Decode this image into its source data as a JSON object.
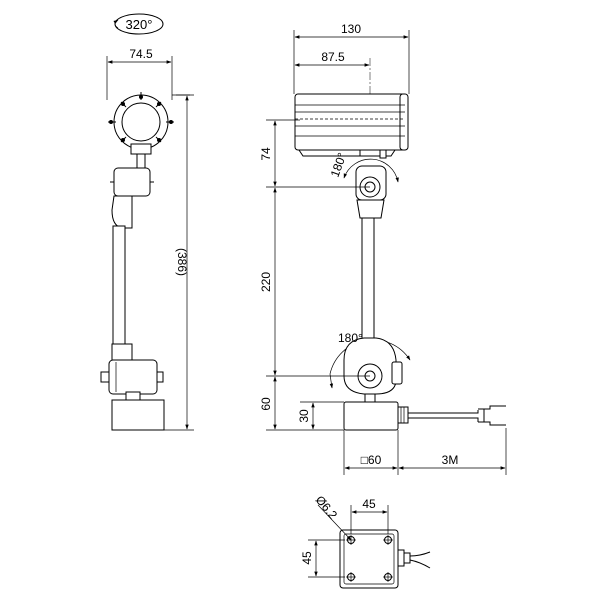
{
  "rotation_labels": {
    "head_rotation": "320°",
    "arm_rotation_top": "180°",
    "arm_rotation_bottom": "180°"
  },
  "dimensions": {
    "head_width": "74.5",
    "total_height": "(386)",
    "lamp_length": "130",
    "lamp_inner": "87.5",
    "head_drop": "74",
    "arm_length": "220",
    "base_height": "60",
    "base_lower": "30",
    "base_square": "□60",
    "cable_length": "3M",
    "hole_diameter": "Ø6.2",
    "hole_pitch_x": "45",
    "hole_pitch_y": "45"
  }
}
